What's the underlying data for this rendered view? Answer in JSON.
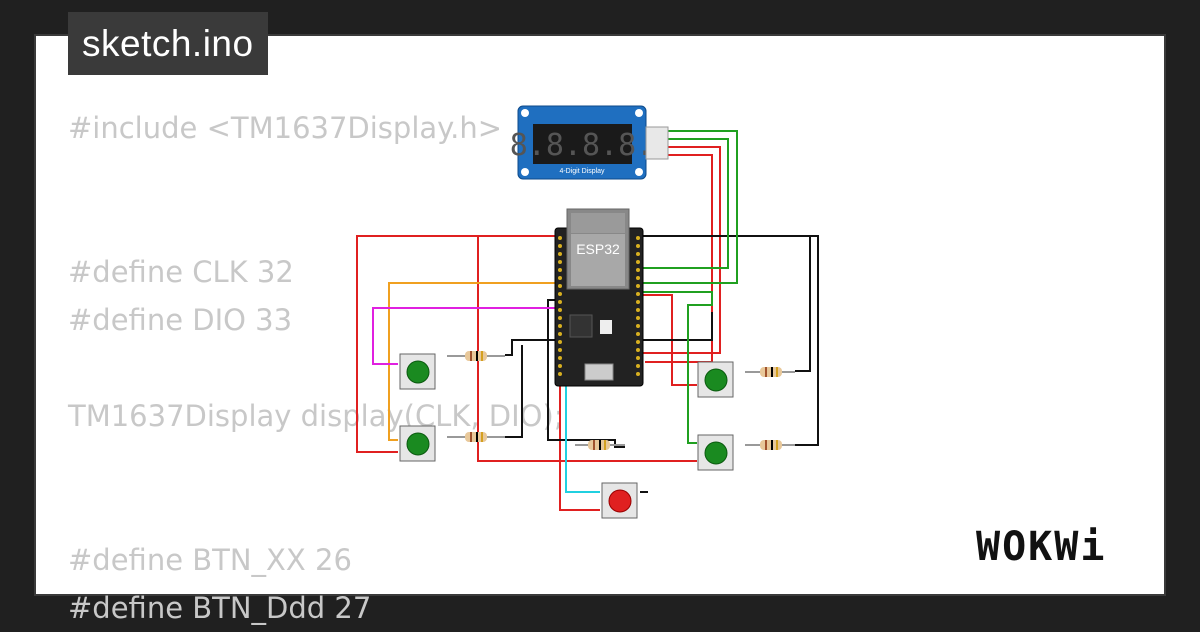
{
  "title": "sketch.ino",
  "code_lines": [
    "#include <TM1637Display.h>",
    "",
    "",
    "#define CLK 32",
    "#define DIO 33",
    "",
    "TM1637Display display(CLK, DIO);",
    "",
    "",
    "#define BTN_XX 26",
    "#define BTN_Ddd 27"
  ],
  "display": {
    "digits": "8.8.8.8.",
    "label": "4-Digit Display"
  },
  "mcu": {
    "label": "ESP32"
  },
  "brand": "WOKWi",
  "colors": {
    "background": "#202020",
    "card": "#ffffff",
    "title_bg": "#3a3a3a",
    "code_text": "#c8c8c8",
    "wire_red": "#e02020",
    "wire_black": "#111111",
    "wire_green": "#20a020",
    "wire_orange": "#f0a020",
    "wire_magenta": "#e020e0",
    "wire_cyan": "#20d0e0",
    "display_blue": "#1f6fc0",
    "button_green": "#1a8a20",
    "button_red": "#e02020"
  }
}
